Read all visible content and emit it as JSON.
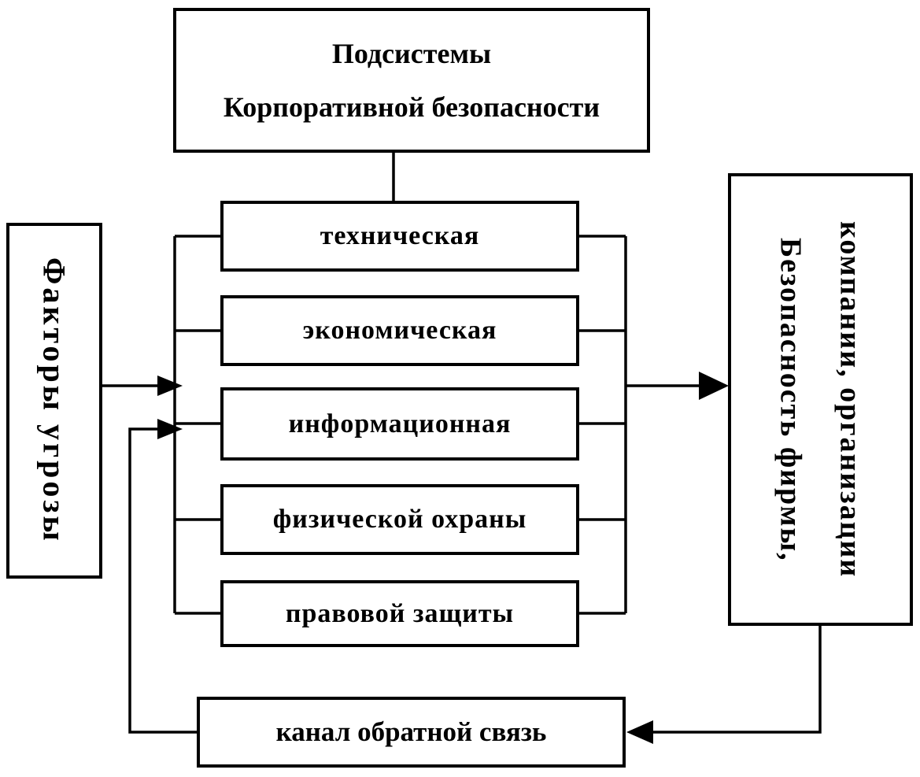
{
  "diagram": {
    "title_box": {
      "line1": "Подсистемы",
      "line2": "Корпоративной безопасности"
    },
    "threats_box": {
      "label": "Факторы угрозы"
    },
    "subsystems": [
      {
        "label": "техническая"
      },
      {
        "label": "экономическая"
      },
      {
        "label": "информационная"
      },
      {
        "label": "физической охраны"
      },
      {
        "label": "правовой защиты"
      }
    ],
    "result_box": {
      "line1": "Безопасность фирмы,",
      "line2": "компании, организации"
    },
    "feedback_box": {
      "label": "канал обратной связь"
    },
    "colors": {
      "background": "#ffffff",
      "line": "#000000",
      "border": "#000000",
      "text": "#000000"
    }
  }
}
